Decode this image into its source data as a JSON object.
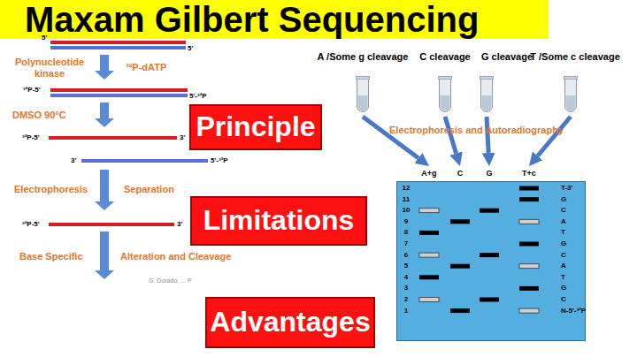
{
  "diagram": {
    "title": "Maxam Gilbert Sequencing",
    "nodes": [
      {
        "text": [
          "A /Some g cleavage"
        ]
      },
      {
        "text": [
          "C cleavage"
        ]
      },
      {
        "text": [
          "G cleavage"
        ]
      },
      {
        "text": [
          "T /Some c cleavage"
        ]
      },
      {
        "text": [
          "Principle"
        ]
      },
      {
        "text": [
          "A+g",
          "C",
          "G",
          "T+c",
          "12",
          "11",
          "10",
          "9",
          "8",
          "7",
          "6",
          "5",
          "4",
          "3",
          "2",
          "1",
          "T-3'",
          "G",
          "C",
          "A",
          "T",
          "G",
          "C",
          "A",
          "T",
          "G",
          "C",
          "N-5'-³²P"
        ]
      },
      {
        "text": [
          "Limitations"
        ]
      },
      {
        "text": [
          "Advantages"
        ]
      }
    ],
    "edges": [
      {
        "from": 0,
        "to": 5,
        "arrow": "to"
      },
      {
        "from": 1,
        "to": 5,
        "arrow": "to"
      },
      {
        "from": 2,
        "to": 5,
        "arrow": "to"
      },
      {
        "from": 3,
        "to": 5,
        "arrow": "to"
      }
    ],
    "labels": [
      "5'",
      "5'",
      "Polynucleotide kinase",
      "³²P-dATP",
      "³²P-5'",
      "5'-³²P",
      "DMSO 90°C",
      "³²P-5'",
      "3'",
      "3'",
      "5'-³²P",
      "Electrophoresis",
      "Separation",
      "³²P-5'",
      "3'",
      "Base Specific",
      "Alteration and Cleavage",
      "G. Dorado, ... P",
      "Electrophoresis and Autoradiography"
    ]
  }
}
